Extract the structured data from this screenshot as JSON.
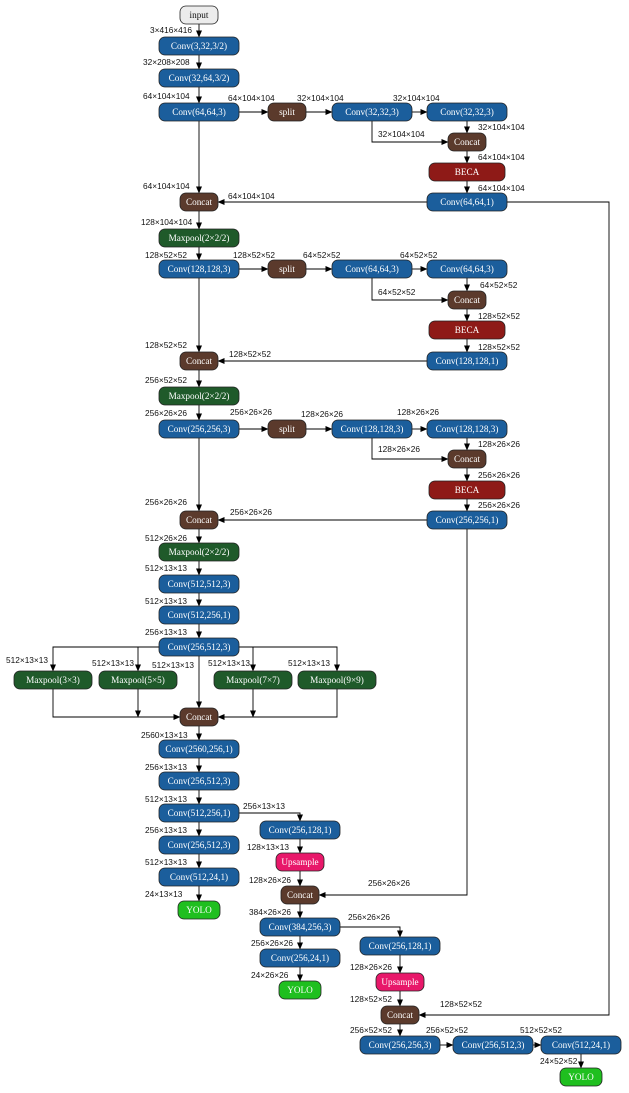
{
  "colors": {
    "conv": "#1b5e9c",
    "split_concat": "#5b3a2c",
    "beca": "#8e1a17",
    "maxpool": "#1f5a2a",
    "upsample": "#e8186a",
    "yolo": "#1fbf1f",
    "input": "#ececec",
    "edge": "#000000"
  },
  "nodes": {
    "input": "input",
    "conv_a": "Conv(3,32,3/2)",
    "conv_b": "Conv(32,64,3/2)",
    "conv_c": "Conv(64,64,3)",
    "split1": "split",
    "b1_conv1": "Conv(32,32,3)",
    "b1_conv2": "Conv(32,32,3)",
    "b1_concat": "Concat",
    "b1_beca": "BECA",
    "b1_conv3": "Conv(64,64,1)",
    "concat1": "Concat",
    "maxpool1": "Maxpool(2×2/2)",
    "conv_d": "Conv(128,128,3)",
    "split2": "split",
    "b2_conv1": "Conv(64,64,3)",
    "b2_conv2": "Conv(64,64,3)",
    "b2_concat": "Concat",
    "b2_beca": "BECA",
    "b2_conv3": "Conv(128,128,1)",
    "concat2": "Concat",
    "maxpool2": "Maxpool(2×2/2)",
    "conv_e": "Conv(256,256,3)",
    "split3": "split",
    "b3_conv1": "Conv(128,128,3)",
    "b3_conv2": "Conv(128,128,3)",
    "b3_concat": "Concat",
    "b3_beca": "BECA",
    "b3_conv3": "Conv(256,256,1)",
    "concat3": "Concat",
    "maxpool3": "Maxpool(2×2/2)",
    "conv_f": "Conv(512,512,3)",
    "conv_g": "Conv(512,256,1)",
    "conv_h": "Conv(256,512,3)",
    "mp_3": "Maxpool(3×3)",
    "mp_5": "Maxpool(5×5)",
    "mp_7": "Maxpool(7×7)",
    "mp_9": "Maxpool(9×9)",
    "spp_concat": "Concat",
    "conv_i": "Conv(2560,256,1)",
    "conv_j": "Conv(256,512,3)",
    "conv_k": "Conv(512,256,1)",
    "conv_l": "Conv(256,512,3)",
    "conv_m": "Conv(512,24,1)",
    "yolo1": "YOLO",
    "conv_n": "Conv(256,128,1)",
    "upsample1": "Upsample",
    "concat4": "Concat",
    "conv_o": "Conv(384,256,3)",
    "conv_p": "Conv(256,24,1)",
    "yolo2": "YOLO",
    "conv_q": "Conv(256,128,1)",
    "upsample2": "Upsample",
    "concat5": "Concat",
    "conv_r": "Conv(256,256,3)",
    "conv_s": "Conv(256,512,3)",
    "conv_t": "Conv(512,24,1)",
    "yolo3": "YOLO"
  },
  "labels": {
    "l_in": "3×416×416",
    "l_a": "32×208×208",
    "l_b": "64×104×104",
    "l_c_split": "64×104×104",
    "l_split_b1": "32×104×104",
    "l_b1_12": "32×104×104",
    "l_b1_bypass": "32×104×104",
    "l_b1_c2cat": "32×104×104",
    "l_b1_catbeca": "64×104×104",
    "l_b1_becaconv": "64×104×104",
    "l_b1_back": "64×104×104",
    "l_concat1_in": "64×104×104",
    "l_concat1_out": "128×104×104",
    "l_mp1_out": "128×52×52",
    "l_d_split": "128×52×52",
    "l_split2_b": "64×52×52",
    "l_b2_12": "64×52×52",
    "l_b2_bypass": "64×52×52",
    "l_b2_c2cat": "64×52×52",
    "l_b2_catbeca": "128×52×52",
    "l_b2_becaconv": "128×52×52",
    "l_b2_back": "128×52×52",
    "l_concat2_in": "128×52×52",
    "l_concat2_out": "256×52×52",
    "l_mp2_out": "256×26×26",
    "l_e_split": "256×26×26",
    "l_split3_b": "128×26×26",
    "l_b3_12": "128×26×26",
    "l_b3_bypass": "128×26×26",
    "l_b3_c2cat": "128×26×26",
    "l_b3_catbeca": "256×26×26",
    "l_b3_becaconv": "256×26×26",
    "l_b3_back": "256×26×26",
    "l_concat3_in": "256×26×26",
    "l_concat3_out": "512×26×26",
    "l_mp3_out": "512×13×13",
    "l_f_out": "512×13×13",
    "l_g_out": "256×13×13",
    "l_mp_3": "512×13×13",
    "l_mp_5": "512×13×13",
    "l_mid": "512×13×13",
    "l_mp_7": "512×13×13",
    "l_mp_9": "512×13×13",
    "l_spp_out": "2560×13×13",
    "l_i_out": "256×13×13",
    "l_j_out": "512×13×13",
    "l_k_side": "256×13×13",
    "l_k_out": "256×13×13",
    "l_l_out": "512×13×13",
    "l_m_out": "24×13×13",
    "l_n_out": "128×13×13",
    "l_up1_out": "128×26×26",
    "l_b3_to_concat4": "256×26×26",
    "l_concat4_out": "384×26×26",
    "l_o_side": "256×26×26",
    "l_o_out": "256×26×26",
    "l_p_out": "24×26×26",
    "l_q_out": "128×26×26",
    "l_up2_out": "128×52×52",
    "l_b1_to_concat5": "128×52×52",
    "l_concat5_out": "256×52×52",
    "l_r_out": "256×52×52",
    "l_s_out": "512×52×52",
    "l_t_out": "24×52×52"
  }
}
